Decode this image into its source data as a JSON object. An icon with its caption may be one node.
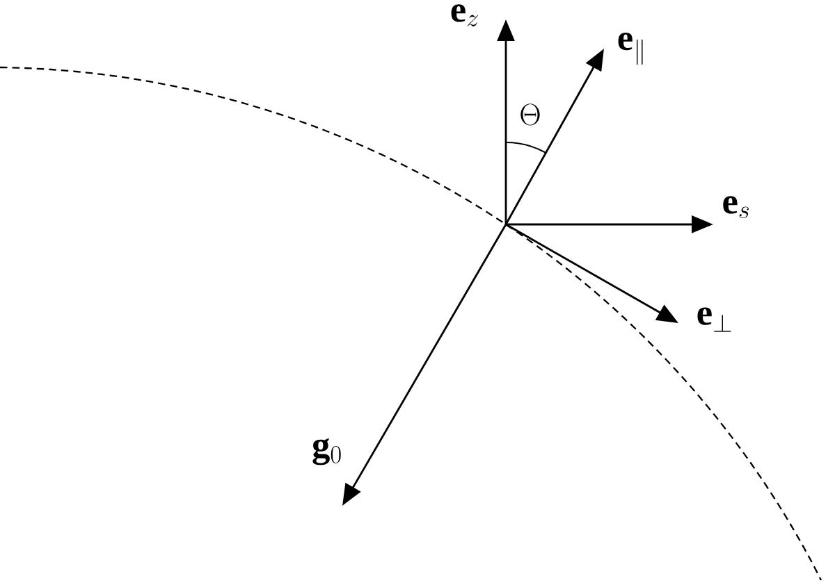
{
  "diagram": {
    "nodes": [
      {
        "text": [
          "\\mathbf{e}_z"
        ]
      },
      {
        "text": [
          "\\mathbf{e}_\\parallel"
        ]
      },
      {
        "text": [
          "\\mathbf{e}_s"
        ]
      },
      {
        "text": [
          "\\mathbf{e}_\\perp"
        ]
      },
      {
        "text": [
          "\\mathbf{g}_0"
        ]
      }
    ],
    "edges": [
      {
        "from": null,
        "to": 0,
        "arrow": "to"
      },
      {
        "from": null,
        "to": 1,
        "arrow": "to"
      },
      {
        "from": null,
        "to": 2,
        "arrow": "to"
      },
      {
        "from": null,
        "to": 3,
        "arrow": "to"
      },
      {
        "from": null,
        "to": 4,
        "arrow": "to"
      }
    ],
    "labels": [
      "\\Theta"
    ]
  }
}
